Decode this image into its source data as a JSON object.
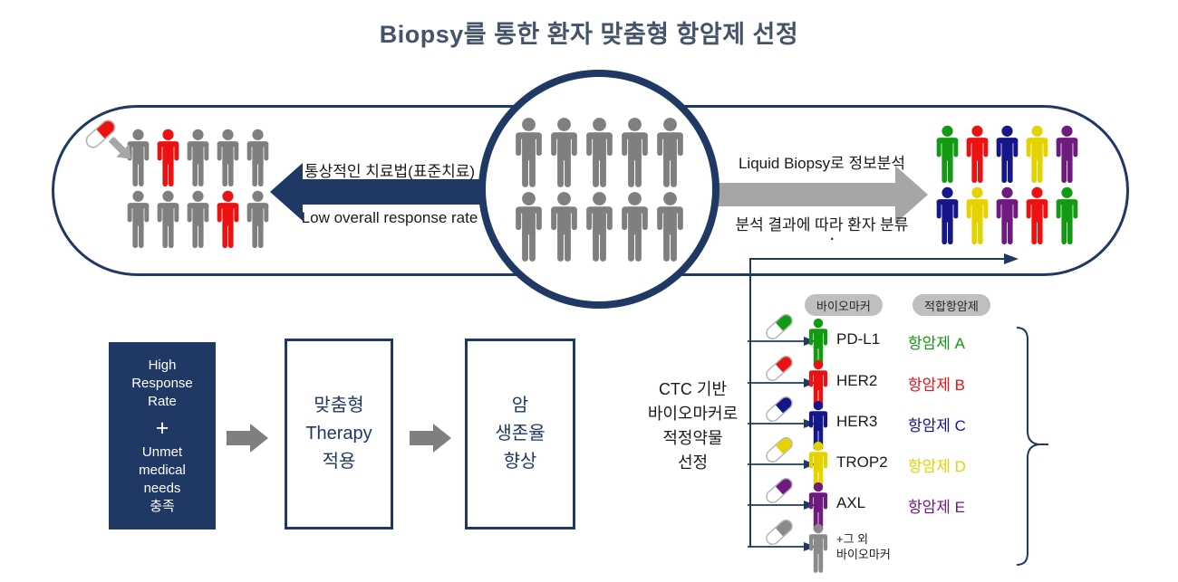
{
  "title": "Biopsy를 통한 환자 맞춤형 항암제 선정",
  "colors": {
    "navy": "#1f3864",
    "title_text": "#44546a",
    "people_gray": "#7f7f7f",
    "red": "#ee1111",
    "green": "#129b12",
    "blue": "#16168b",
    "yellow": "#e5d300",
    "purple": "#6e1a7e",
    "gray": "#8a8a8a",
    "big_arrow_gray": "#a6a6a6",
    "flow_arrow_gray": "#7f7f7f",
    "badge_bg": "#bfbfbf"
  },
  "oval": {
    "left_label_top": "통상적인 치료법(표준치료)",
    "left_label_bottom": "Low overall response rate",
    "right_label_top": "Liquid Biopsy로 정보분석",
    "right_label_bottom": "분석 결과에 따라 환자 분류",
    "period": ".",
    "left_group_rows": [
      [
        "people_gray",
        "red",
        "people_gray",
        "people_gray",
        "people_gray"
      ],
      [
        "people_gray",
        "people_gray",
        "people_gray",
        "red",
        "people_gray"
      ]
    ],
    "center_group_rows": [
      [
        "people_gray",
        "people_gray",
        "people_gray",
        "people_gray",
        "people_gray"
      ],
      [
        "people_gray",
        "people_gray",
        "people_gray",
        "people_gray",
        "people_gray"
      ]
    ],
    "right_group_rows": [
      [
        "green",
        "red",
        "blue",
        "yellow",
        "purple"
      ],
      [
        "blue",
        "yellow",
        "purple",
        "red",
        "green"
      ]
    ]
  },
  "flow": {
    "box1_lines": [
      "High",
      "Response",
      "Rate",
      "+",
      "Unmet",
      "medical",
      "needs",
      "충족"
    ],
    "box2_lines": [
      "맞춤형",
      "Therapy",
      "적용"
    ],
    "box3_lines": [
      "암",
      "생존율",
      "향상"
    ]
  },
  "ctc_lines": [
    "CTC 기반",
    "바이오마커로",
    "적정약물",
    "선정"
  ],
  "biomarkers": {
    "header_marker": "바이오마커",
    "header_drug": "적합항암제",
    "rows": [
      {
        "color": "green",
        "marker": "PD-L1",
        "drug": "항암제 A"
      },
      {
        "color": "red",
        "marker": "HER2",
        "drug": "항암제 B"
      },
      {
        "color": "blue",
        "marker": "HER3",
        "drug": "항암제 C"
      },
      {
        "color": "yellow",
        "marker": "TROP2",
        "drug": "항암제 D"
      },
      {
        "color": "purple",
        "marker": "AXL",
        "drug": "항암제 E"
      },
      {
        "color": "gray",
        "marker": "+그 외",
        "marker2": "바이오마커",
        "drug": ""
      }
    ]
  }
}
